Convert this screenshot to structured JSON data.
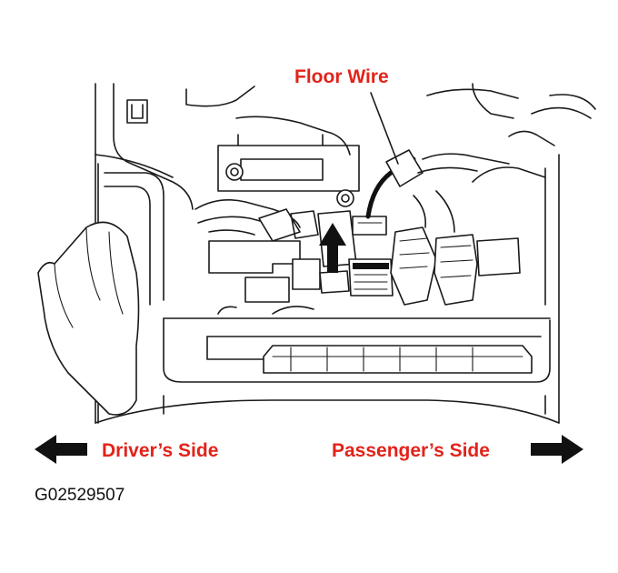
{
  "callout": {
    "label": "Floor Wire"
  },
  "direction_left": {
    "label": "Driver’s Side",
    "icon": "arrow-left-icon"
  },
  "direction_right": {
    "label": "Passenger’s Side",
    "icon": "arrow-right-icon"
  },
  "figure": {
    "code": "G02529507"
  },
  "colors": {
    "label_red": "#e2231a",
    "line_art": "#1a1a1a",
    "background": "#ffffff"
  }
}
